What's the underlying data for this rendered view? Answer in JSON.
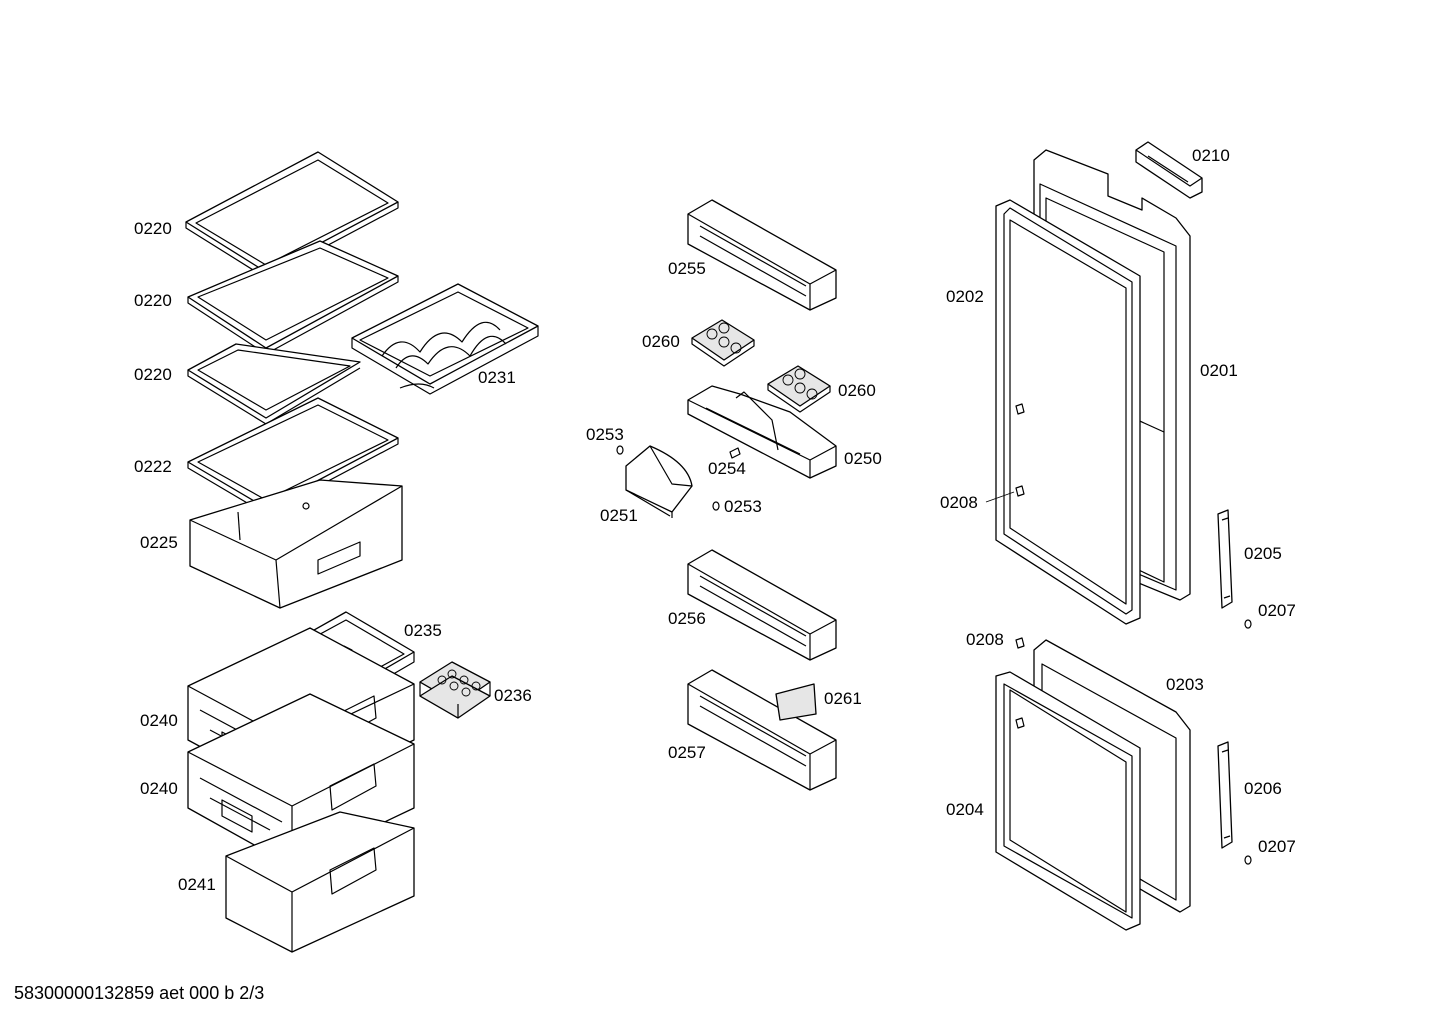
{
  "diagram": {
    "labels": [
      {
        "id": "l0220a",
        "text": "0220"
      },
      {
        "id": "l0220b",
        "text": "0220"
      },
      {
        "id": "l0220c",
        "text": "0220"
      },
      {
        "id": "l0222",
        "text": "0222"
      },
      {
        "id": "l0225",
        "text": "0225"
      },
      {
        "id": "l0231",
        "text": "0231"
      },
      {
        "id": "l0235",
        "text": "0235"
      },
      {
        "id": "l0236",
        "text": "0236"
      },
      {
        "id": "l0240a",
        "text": "0240"
      },
      {
        "id": "l0240b",
        "text": "0240"
      },
      {
        "id": "l0241",
        "text": "0241"
      },
      {
        "id": "l0255",
        "text": "0255"
      },
      {
        "id": "l0260a",
        "text": "0260"
      },
      {
        "id": "l0260b",
        "text": "0260"
      },
      {
        "id": "l0253a",
        "text": "0253"
      },
      {
        "id": "l0254",
        "text": "0254"
      },
      {
        "id": "l0250",
        "text": "0250"
      },
      {
        "id": "l0251",
        "text": "0251"
      },
      {
        "id": "l0253b",
        "text": "0253"
      },
      {
        "id": "l0256",
        "text": "0256"
      },
      {
        "id": "l0261",
        "text": "0261"
      },
      {
        "id": "l0257",
        "text": "0257"
      },
      {
        "id": "l0210",
        "text": "0210"
      },
      {
        "id": "l0202",
        "text": "0202"
      },
      {
        "id": "l0201",
        "text": "0201"
      },
      {
        "id": "l0208a",
        "text": "0208"
      },
      {
        "id": "l0205",
        "text": "0205"
      },
      {
        "id": "l0207a",
        "text": "0207"
      },
      {
        "id": "l0208b",
        "text": "0208"
      },
      {
        "id": "l0203",
        "text": "0203"
      },
      {
        "id": "l0206",
        "text": "0206"
      },
      {
        "id": "l0204",
        "text": "0204"
      },
      {
        "id": "l0207b",
        "text": "0207"
      }
    ]
  },
  "footer": {
    "text": "58300000132859 aet 000 b 2/3"
  }
}
